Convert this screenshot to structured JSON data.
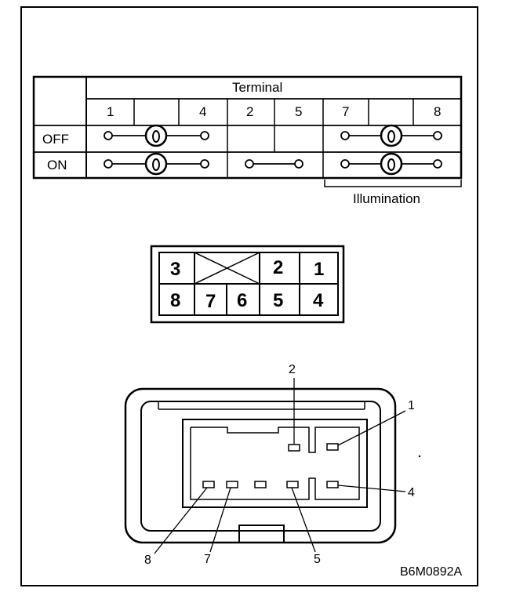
{
  "table": {
    "header": "Terminal",
    "columns": [
      "1",
      "",
      "4",
      "2",
      "5",
      "7",
      "",
      "8"
    ],
    "rows": [
      "OFF",
      "ON"
    ],
    "bracket_label": "Illumination"
  },
  "connector_face": {
    "top_row": [
      "3",
      "",
      "2",
      "1"
    ],
    "bottom_row": [
      "8",
      "7",
      "6",
      "5",
      "4"
    ]
  },
  "pin_callouts": {
    "pin_2": "2",
    "pin_1": "1",
    "pin_4": "4",
    "pin_8": "8",
    "pin_7": "7",
    "pin_5": "5"
  },
  "reference_code": "B6M0892A"
}
